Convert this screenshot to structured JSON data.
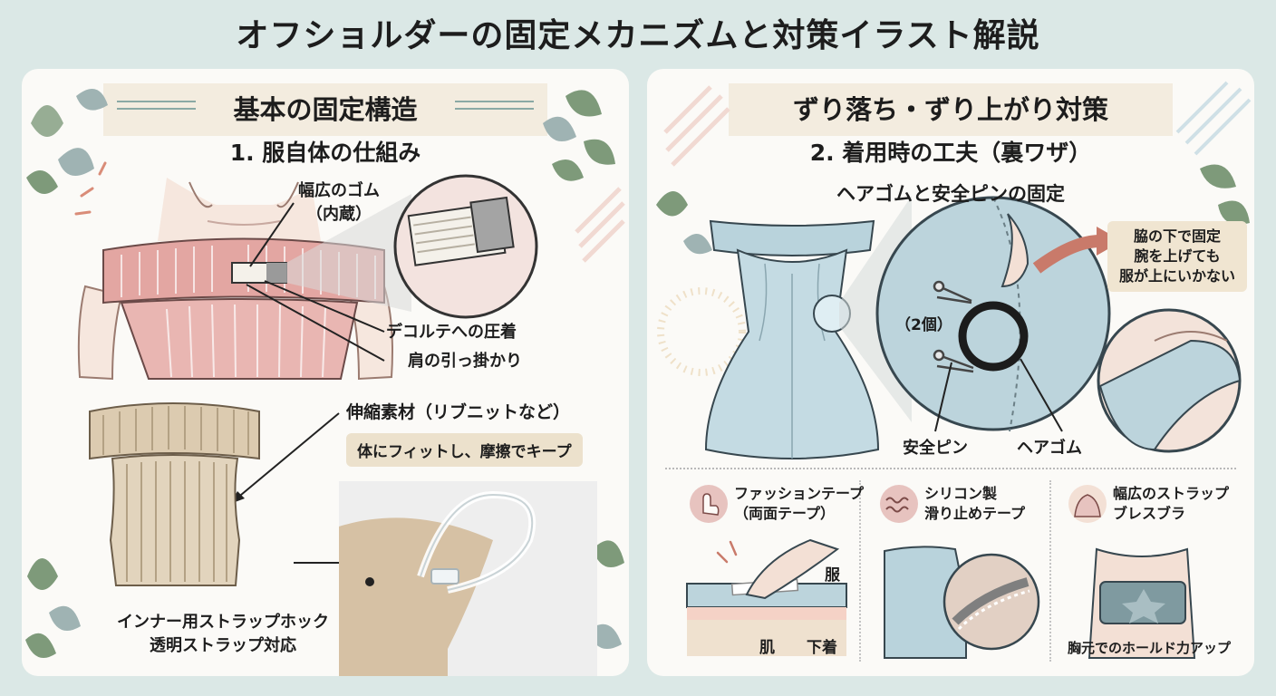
{
  "title": "オフショルダーの固定メカニズムと対策イラスト解説",
  "left": {
    "heading": "基本の固定構造",
    "subheading": "1. 服自体の仕組み",
    "labels": {
      "elastic_line1": "幅広のゴム",
      "elastic_line2": "（内蔵）",
      "decollete": "デコルテへの圧着",
      "shoulder": "肩の引っ掛かり",
      "material": "伸縮素材（リブニットなど）",
      "material_note": "体にフィットし、摩擦でキープ",
      "hook_line1": "インナー用ストラップホック",
      "hook_line2": "透明ストラップ対応"
    }
  },
  "right": {
    "heading": "ずり落ち・ずり上がり対策",
    "subheading": "2. 着用時の工夫（裏ワザ）",
    "subsubheading": "ヘアゴムと安全ピンの固定",
    "labels": {
      "count": "（2個）",
      "safety_pin": "安全ピン",
      "hair_tie": "ヘアゴム",
      "callout_line1": "脇の下で固定",
      "callout_line2": "腕を上げても",
      "callout_line3": "服が上にいかない"
    },
    "items": [
      {
        "line1": "ファッションテープ",
        "line2": "（両面テープ）",
        "icon": "finger-press-icon"
      },
      {
        "line1": "シリコン製",
        "line2": "滑り止めテープ",
        "icon": "wave-grip-icon"
      },
      {
        "line1": "幅広のストラップ",
        "line2": "ブレスブラ",
        "icon": "torso-icon"
      }
    ],
    "tape_labels": {
      "clothes": "服",
      "skin": "肌",
      "underwear": "下着"
    },
    "bra_label": "胸元でのホールド力アップ"
  },
  "colors": {
    "background": "#dbe8e6",
    "panel": "#fbfaf7",
    "knit_pink": "#e3a6a2",
    "knit_beige": "#dccbb0",
    "dress_blue": "#b9d3dc",
    "leaf_green": "#7e9a7a",
    "accent": "#c97a6a"
  }
}
